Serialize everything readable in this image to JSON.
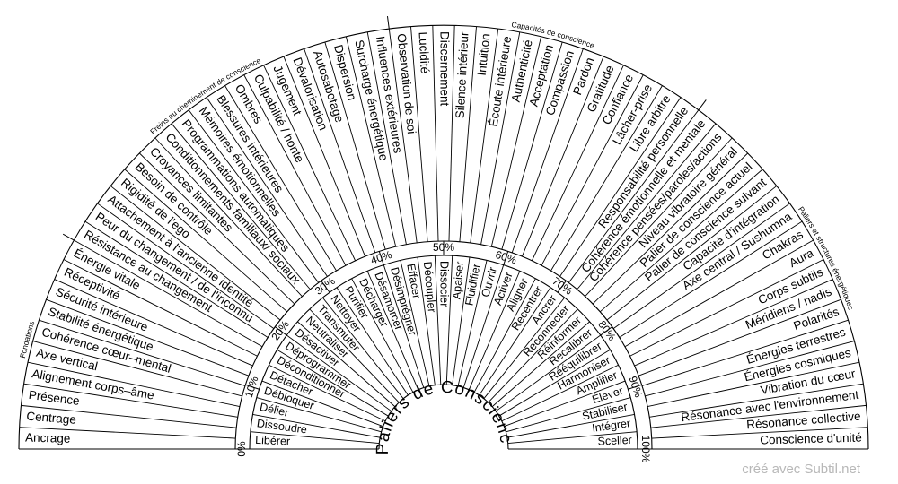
{
  "center_title": "Paliers de Conscience",
  "credit": "créé avec Subtil.net",
  "colors": {
    "line": "#000000",
    "background": "#ffffff",
    "credit": "#b8b8b8"
  },
  "percent_marks": [
    "0%",
    "10%",
    "20%",
    "30%",
    "40%",
    "50%",
    "60%",
    "70%",
    "80%",
    "90%",
    "100%"
  ],
  "inner_ring": [
    "Libérer",
    "Dissoudre",
    "Délier",
    "Débloquer",
    "Détacher",
    "Déconditionner",
    "Déprogrammer",
    "Désactiver",
    "Neutraliser",
    "Transmuter",
    "Nettoyer",
    "Purifier",
    "Décharger",
    "Désamorcer",
    "Désimprégner",
    "Effacer",
    "Découpler",
    "Dissocier",
    "Apaiser",
    "Fluidifier",
    "Ouvrir",
    "Activer",
    "Aligner",
    "Recentrer",
    "Ancrer",
    "Reconnecter",
    "Réinformer",
    "Recalibrer",
    "Rééquilibrer",
    "Harmoniser",
    "Amplifier",
    "Élever",
    "Stabiliser",
    "Intégrer",
    "Sceller"
  ],
  "sectors": [
    {
      "name": "Fondations",
      "items": [
        "Ancrage",
        "Centrage",
        "Présence",
        "Alignement corps–âme",
        "Axe vertical",
        "Cohérence cœur–mental",
        "Stabilité énergétique",
        "Sécurité intérieure",
        "Réceptivité",
        "Énergie vitale"
      ]
    },
    {
      "name": "Freins au cheminement de conscience",
      "items": [
        "Résistance au changement",
        "Peur du changement / de l'inconnu",
        "Attachement à l'ancienne identité",
        "Rigidité de l'ego",
        "Besoin de contrôle",
        "Croyances limitantes",
        "Conditionnements familiaux/ sociaux",
        "Programmations automatiques",
        "Mémoires émotionnelles",
        "Blessures intérieures",
        "Ombres",
        "Culpabilité / honte",
        "Jugement",
        "Dévalorisation",
        "Autosabotage",
        "Dispersion",
        "Surcharge énergétique",
        "Influences extérieures"
      ]
    },
    {
      "name": "Capacités de conscience",
      "items": [
        "Observation de soi",
        "Lucidité",
        "Discernement",
        "Silence intérieur",
        "Intuition",
        "Écoute intérieure",
        "Authenticité",
        "Acceptation",
        "Compassion",
        "Pardon",
        "Gratitude",
        "Confiance",
        "Lâcher-prise",
        "Libre arbitre",
        "Responsabilité personnelle"
      ]
    },
    {
      "name": "Paliers et structures énergétiques",
      "items": [
        "Cohérence émotionnelle et mentale",
        "Cohérence pensées/paroles/actions",
        "Niveau vibratoire général",
        "Palier de conscience actuel",
        "Palier de conscience suivant",
        "Capacité d'intégration",
        "Axe central / Sushumna",
        "Chakras",
        "Aura",
        "Corps subtils",
        "Méridiens / nadis",
        "Polarités",
        "Énergies terrestres",
        "Énergies cosmiques",
        "Vibration du cœur",
        "Résonance avec l'environnement",
        "Résonance collective",
        "Conscience d'unité"
      ]
    }
  ]
}
